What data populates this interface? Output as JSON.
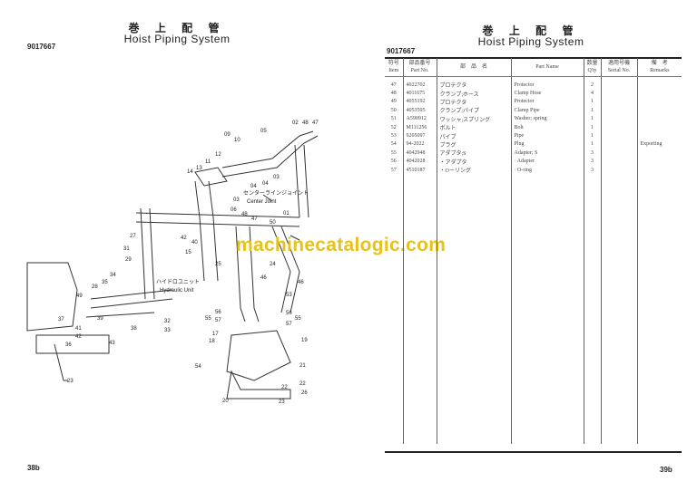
{
  "left_page": {
    "title_jp": "巻 上 配 管",
    "title_en": "Hoist Piping System",
    "code": "9017667",
    "page": "38b",
    "callouts": [
      "02",
      "48",
      "47",
      "09",
      "10",
      "05",
      "12",
      "11",
      "13",
      "14",
      "03",
      "04",
      "04",
      "03",
      "06",
      "48",
      "47",
      "01",
      "50",
      "27",
      "42",
      "40",
      "15",
      "25",
      "31",
      "29",
      "24",
      "28",
      "34",
      "35",
      "46",
      "46",
      "53",
      "49",
      "39",
      "37",
      "38",
      "32",
      "33",
      "41",
      "42",
      "36",
      "43",
      "55",
      "56",
      "57",
      "56",
      "55",
      "57",
      "17",
      "18",
      "19",
      "54",
      "21",
      "22",
      "22",
      "23",
      "26",
      "20",
      "23"
    ],
    "diagram_notes": [
      "センターラインジョイント",
      "Center Joint",
      "ハイドロユニット",
      "Hydraulic Unit"
    ]
  },
  "right_page": {
    "title_jp": "巻 上 配 管",
    "title_en": "Hoist Piping System",
    "code": "9017667",
    "page": "39b",
    "table": {
      "headers": [
        {
          "jp": "符号",
          "en": "Item"
        },
        {
          "jp": "部品番号",
          "en": "Part No."
        },
        {
          "jp": "部　品　名",
          "en": ""
        },
        {
          "jp": "",
          "en": "Part Name"
        },
        {
          "jp": "数量",
          "en": "Q'ty"
        },
        {
          "jp": "適用号機",
          "en": "Serial No."
        },
        {
          "jp": "備　考",
          "en": "Remarks"
        }
      ],
      "rows": [
        [
          "47",
          "4022702",
          "プロテクタ",
          "Protector",
          "2",
          "",
          ""
        ],
        [
          "48",
          "4011675",
          "クランプ;ホース",
          "Clamp Hose",
          "4",
          "",
          ""
        ],
        [
          "49",
          "4055192",
          "プロテクタ",
          "Protector",
          "1",
          "",
          ""
        ],
        [
          "50",
          "4053595",
          "クランプ;パイプ",
          "Clamp Pipe",
          "1",
          "",
          ""
        ],
        [
          "51",
          "A590912",
          "ワッシャ;スプリング",
          "Washer; spring",
          "1",
          "",
          ""
        ],
        [
          "52",
          "M111256",
          "ボルト",
          "Bolt",
          "1",
          "",
          ""
        ],
        [
          "53",
          "9205097",
          "パイプ",
          "Pipe",
          "1",
          "",
          ""
        ],
        [
          "54",
          "94-2022",
          "プラグ",
          "Plug",
          "1",
          "",
          "Exporting"
        ],
        [
          "55",
          "4042948",
          "アダプタ;S",
          "Adapter; S",
          "3",
          "",
          ""
        ],
        [
          "56",
          "4042028",
          "・アダプタ",
          "· Adapter",
          "3",
          "",
          ""
        ],
        [
          "57",
          "4510187",
          "・Oーリング",
          "· O-ring",
          "3",
          "",
          ""
        ]
      ]
    }
  },
  "watermark": "machinecatalogic.com"
}
